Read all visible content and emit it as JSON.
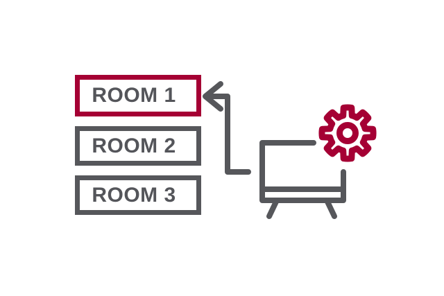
{
  "illustration": {
    "description": "TV settings assigning output to a room",
    "background": "#ffffff",
    "rooms": [
      {
        "label": "ROOM 1",
        "state": "selected",
        "border_color": "#A50034"
      },
      {
        "label": "ROOM 2",
        "state": "default",
        "border_color": "#56575B"
      },
      {
        "label": "ROOM 3",
        "state": "default",
        "border_color": "#56575B"
      }
    ],
    "icons": [
      {
        "name": "arrow-icon",
        "color": "#56575B",
        "direction": "left-toward-room-1"
      },
      {
        "name": "tv-icon",
        "color": "#56575B"
      },
      {
        "name": "gear-icon",
        "color": "#A50034",
        "teeth": 8
      }
    ],
    "colors": {
      "accent_red": "#A50034",
      "line_gray": "#56575B",
      "text_gray": "#54555A"
    }
  }
}
